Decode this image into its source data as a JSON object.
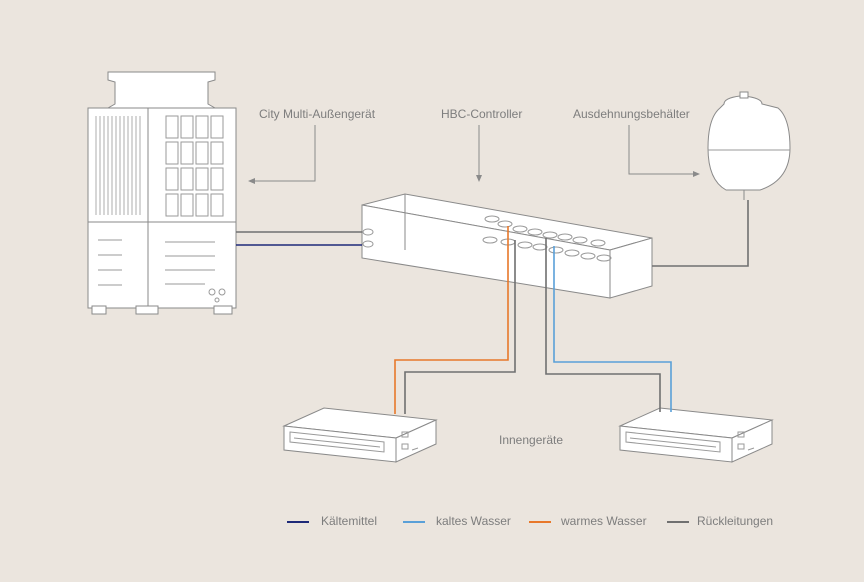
{
  "labels": {
    "outdoor_unit": "City Multi-Außengerät",
    "controller": "HBC-Controller",
    "expansion_tank": "Ausdehnungsbehälter",
    "indoor_units": "Innengeräte"
  },
  "legend": [
    {
      "label": "Kältemittel",
      "color": "#1e2a78"
    },
    {
      "label": "kaltes Wasser",
      "color": "#5aa0d8"
    },
    {
      "label": "warmes Wasser",
      "color": "#e8782a"
    },
    {
      "label": "Rückleitungen",
      "color": "#707070"
    }
  ],
  "colors": {
    "background": "#ebe5de",
    "outline": "#8a8a8a",
    "refrigerant": "#1e2a78",
    "cold_water": "#5aa0d8",
    "warm_water": "#e8782a",
    "return": "#707070"
  }
}
